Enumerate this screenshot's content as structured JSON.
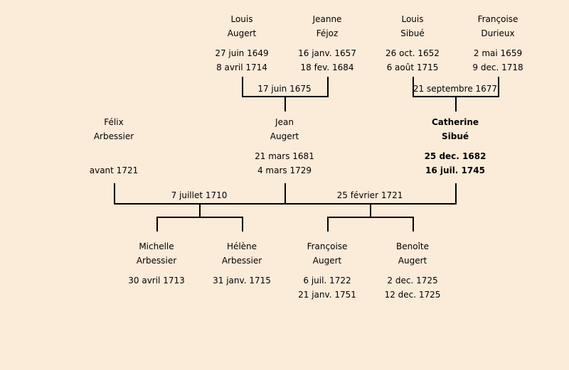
{
  "persons": {
    "louis_augert": {
      "first": "Louis",
      "last": "Augert",
      "birth": "27 juin 1649",
      "death": "8 avril 1714"
    },
    "jeanne_fejoz": {
      "first": "Jeanne",
      "last": "Féjoz",
      "birth": "16 janv. 1657",
      "death": "18 fev. 1684"
    },
    "louis_sibue": {
      "first": "Louis",
      "last": "Sibué",
      "birth": "26 oct. 1652",
      "death": "6 août 1715"
    },
    "francoise_durieux": {
      "first": "Françoise",
      "last": "Durieux",
      "birth": "2 mai 1659",
      "death": "9 dec. 1718"
    },
    "felix_arbessier": {
      "first": "Félix",
      "last": "Arbessier",
      "death": "avant 1721"
    },
    "jean_augert": {
      "first": "Jean",
      "last": "Augert",
      "birth": "21 mars 1681",
      "death": "4 mars 1729"
    },
    "catherine_sibue": {
      "first": "Catherine",
      "last": "Sibué",
      "birth": "25 dec. 1682",
      "death": "16 juil. 1745"
    },
    "michelle_arbessier": {
      "first": "Michelle",
      "last": "Arbessier",
      "birth": "30 avril 1713"
    },
    "helene_arbessier": {
      "first": "Hélène",
      "last": "Arbessier",
      "birth": "31 janv. 1715"
    },
    "francoise_augert": {
      "first": "Françoise",
      "last": "Augert",
      "birth": "6 juil. 1722",
      "death": "21 janv. 1751"
    },
    "benoite_augert": {
      "first": "Benoîte",
      "last": "Augert",
      "birth": "2 dec. 1725",
      "death": "12 dec. 1725"
    }
  },
  "marriages": {
    "augert_fejoz": "17 juin 1675",
    "sibue_durieux": "21 septembre 1677",
    "arbessier_augert": "7 juillet 1710",
    "augert_sibue": "25 février 1721"
  }
}
